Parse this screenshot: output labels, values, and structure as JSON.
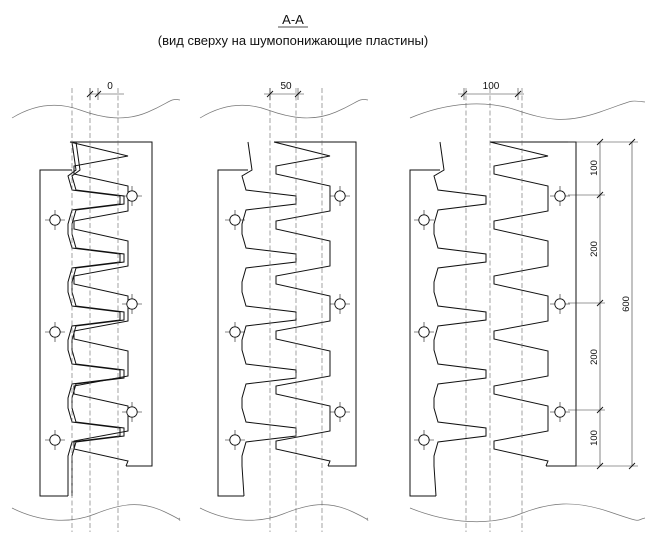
{
  "title": {
    "section": "А-А",
    "subtitle": "(вид сверху на шумопонижающие пластины)"
  },
  "plates": [
    {
      "offset_label": "0"
    },
    {
      "offset_label": "50"
    },
    {
      "offset_label": "100"
    }
  ],
  "dimensions": {
    "segments": [
      "100",
      "200",
      "200",
      "100"
    ],
    "total": "600"
  }
}
